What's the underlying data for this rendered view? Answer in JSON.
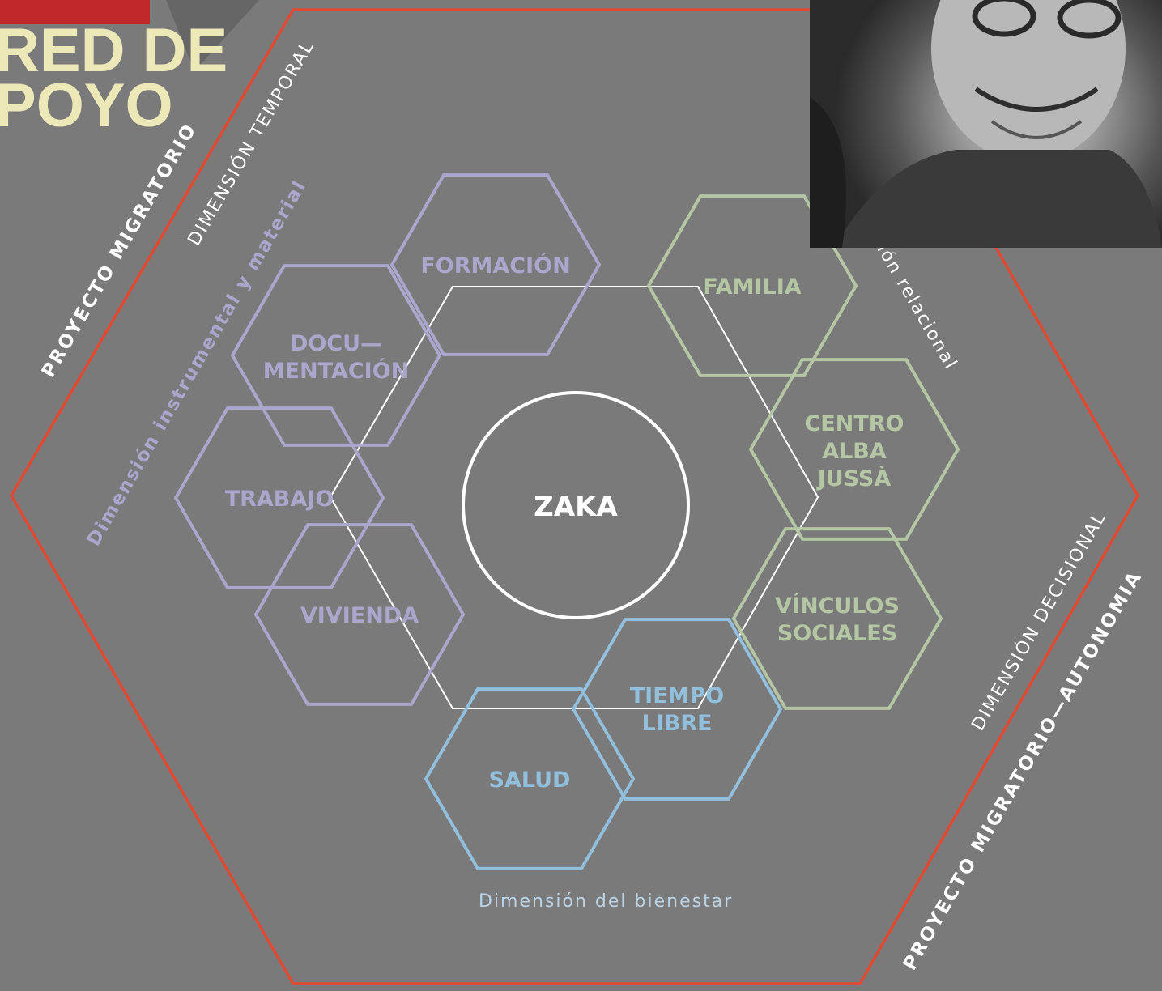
{
  "title": {
    "line1": "RED DE",
    "line2": "POYO"
  },
  "center": {
    "label": "ZAKA"
  },
  "hexagons": [
    {
      "id": "formacion",
      "lines": [
        "FORMACIÓN"
      ],
      "group": "instrumental"
    },
    {
      "id": "documentacion",
      "lines": [
        "DOCU—",
        "MENTACIÓN"
      ],
      "group": "instrumental"
    },
    {
      "id": "trabajo",
      "lines": [
        "TRABAJO"
      ],
      "group": "instrumental"
    },
    {
      "id": "vivienda",
      "lines": [
        "VIVIENDA"
      ],
      "group": "instrumental"
    },
    {
      "id": "familia",
      "lines": [
        "FAMILIA"
      ],
      "group": "relacional"
    },
    {
      "id": "centro",
      "lines": [
        "CENTRO",
        "ALBA",
        "JUSSÀ"
      ],
      "group": "relacional"
    },
    {
      "id": "vinculos",
      "lines": [
        "VÍNCULOS",
        "SOCIALES"
      ],
      "group": "relacional"
    },
    {
      "id": "tiempo",
      "lines": [
        "TIEMPO",
        "LIBRE"
      ],
      "group": "bienestar"
    },
    {
      "id": "salud",
      "lines": [
        "SALUD"
      ],
      "group": "bienestar"
    }
  ],
  "dimensions": {
    "temporal": "DIMENSIÓN TEMPORAL",
    "instrumental": "Dimensión instrumental y material",
    "relacional": "Dimensión relacional",
    "decisional": "DIMENSIÓN DECISIONAL",
    "bienestar": "Dimensión del bienestar"
  },
  "projects": {
    "left": "PROYECTO MIGRATORIO",
    "right": "PROYECTO MIGRATORIO—AUTONOMIA"
  },
  "colors": {
    "background": "#7a7a7a",
    "frame": "#e04a32",
    "instrumental": "#aba6cc",
    "relacional": "#b4c6a3",
    "bienestar": "#92bfdc",
    "inner": "#ffffff",
    "title": "#ece8b8",
    "title_block": "#c0282b"
  }
}
